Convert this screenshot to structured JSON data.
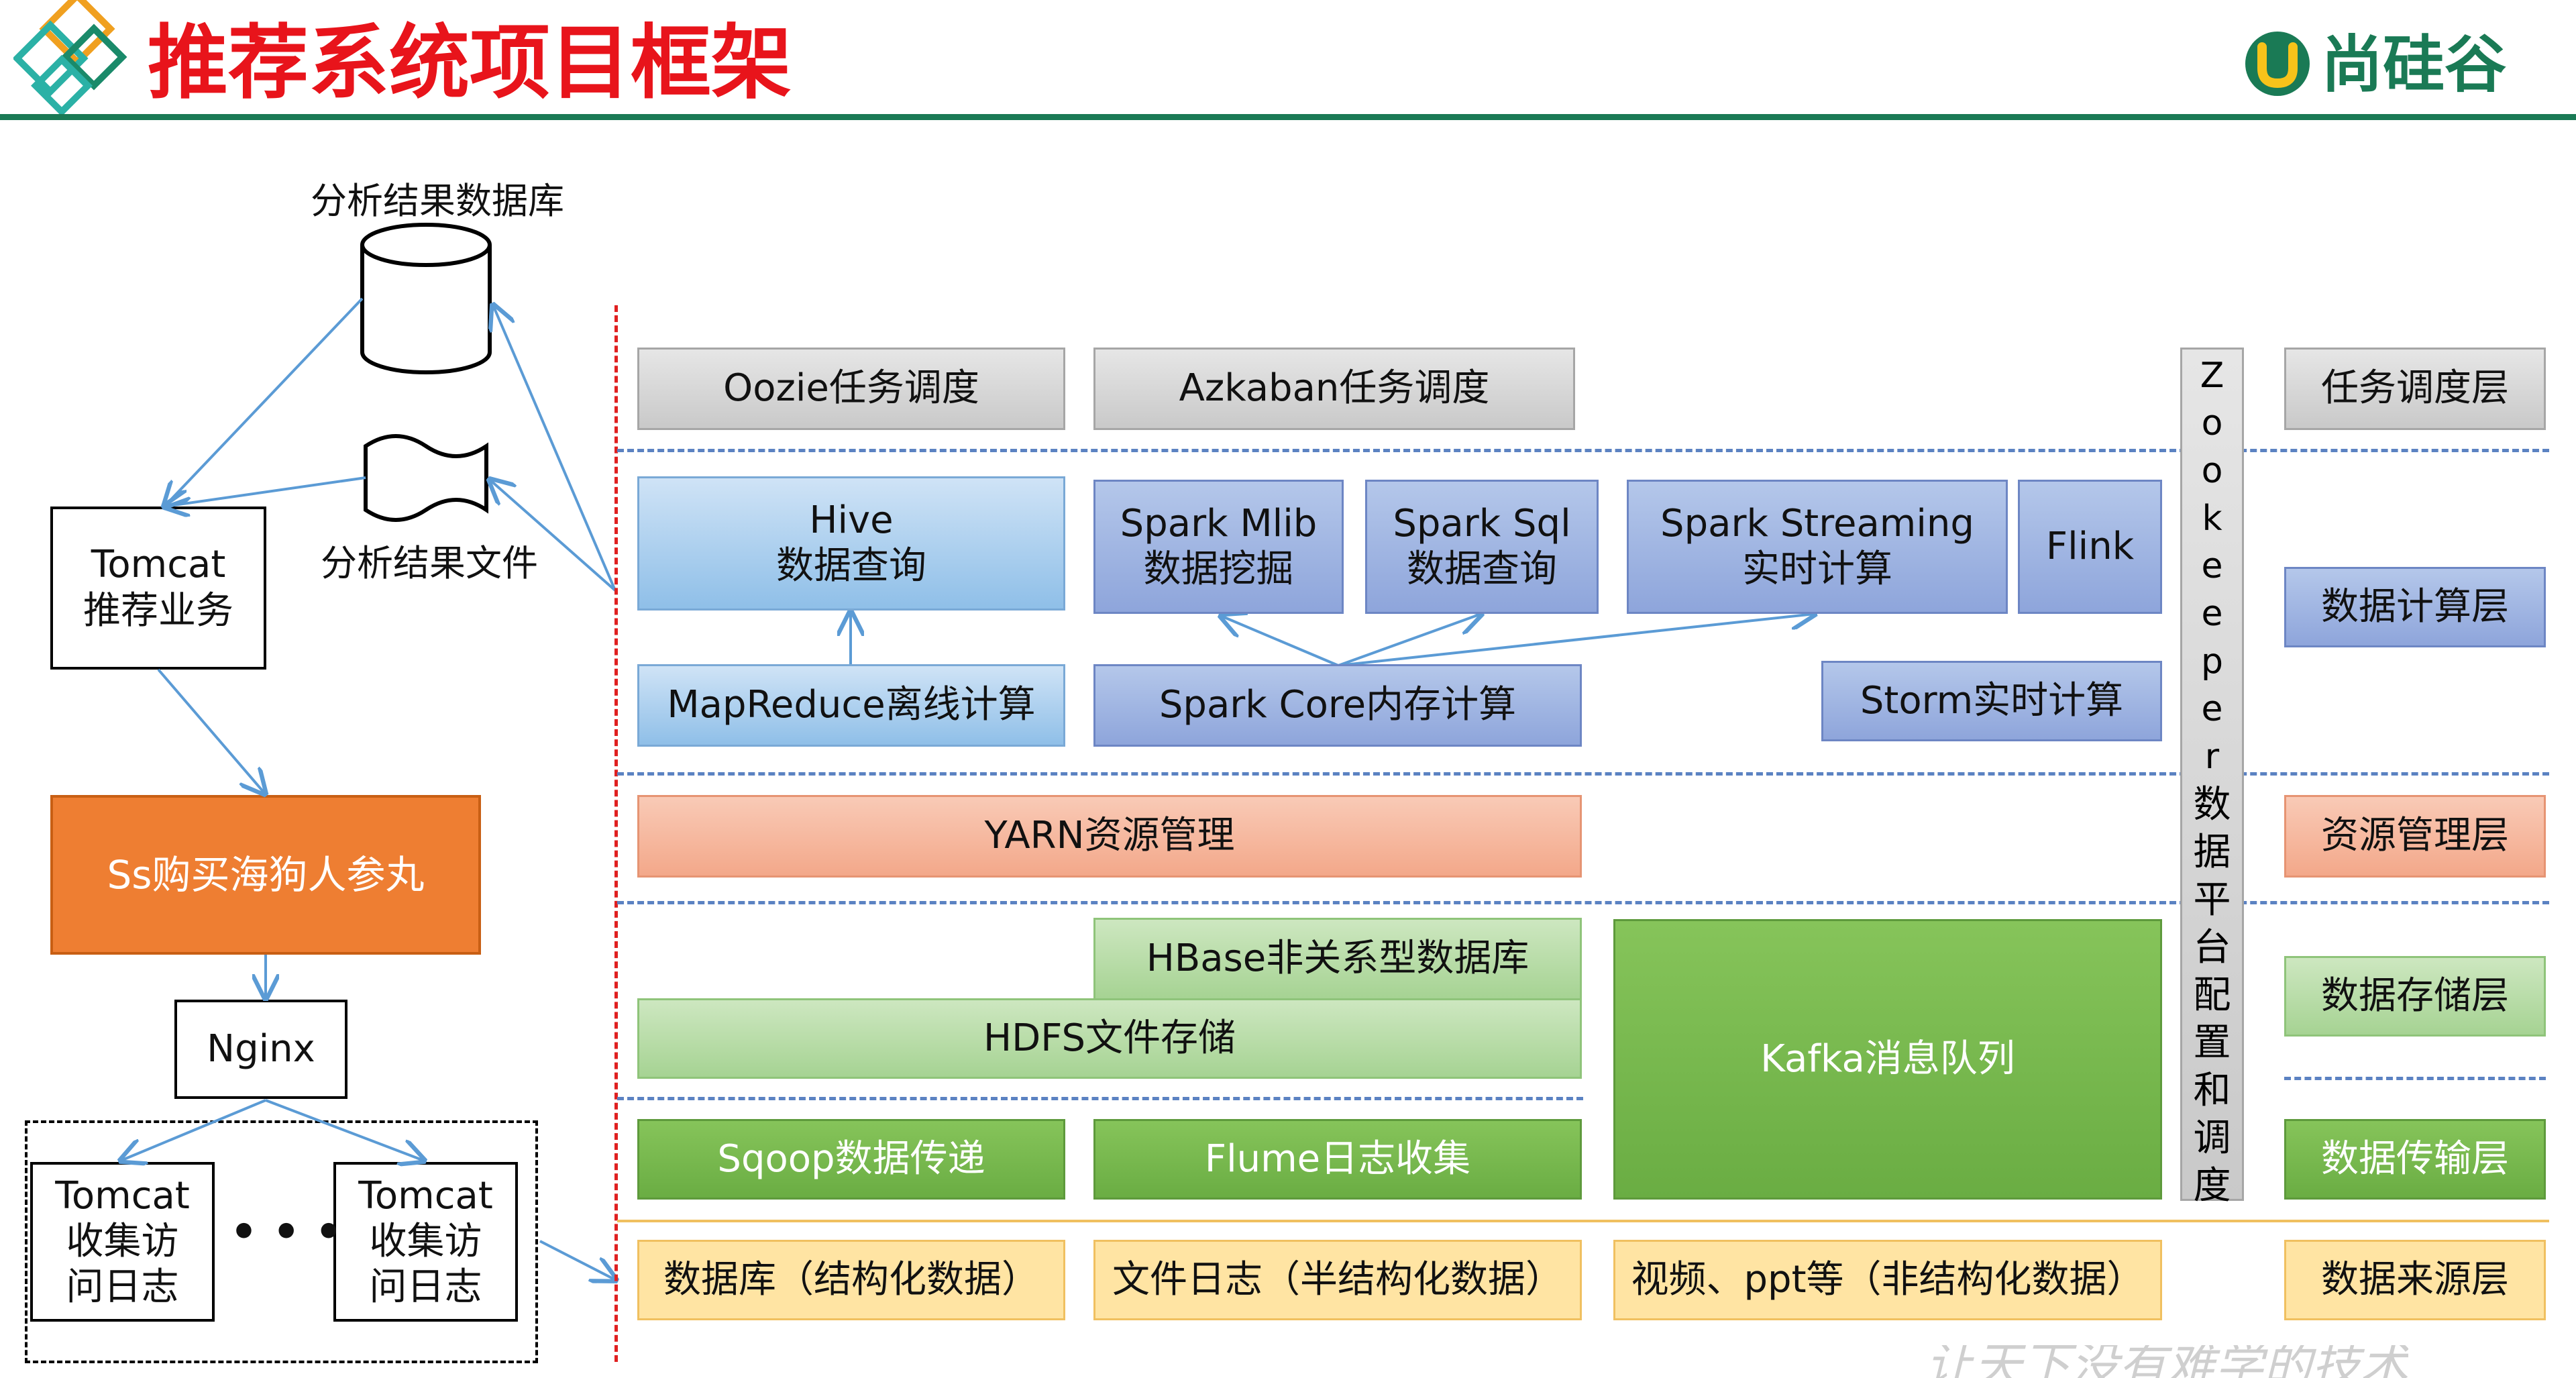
{
  "title": "推荐系统项目框架",
  "brand": "尚硅谷",
  "watermark": "让天下没有难学的技术",
  "colors": {
    "title_red": "#e8141b",
    "header_green": "#1a7a55",
    "separator_blue": "#5b82c2",
    "red_dash": "#e02020"
  },
  "left": {
    "db_label": "分析结果数据库",
    "file_label": "分析结果文件",
    "tomcat_rec": "Tomcat\n推荐业务",
    "shop": "Ss购买海狗人参丸",
    "nginx": "Nginx",
    "tomcat_log1": "Tomcat\n收集访\n问日志",
    "tomcat_log2": "Tomcat\n收集访\n问日志",
    "ellipsis": "• • •"
  },
  "platform": {
    "oozie": "Oozie任务调度",
    "azkaban": "Azkaban任务调度",
    "hive": "Hive\n数据查询",
    "spark_mlib": "Spark Mlib\n数据挖掘",
    "spark_sql": "Spark Sql\n数据查询",
    "spark_streaming": "Spark Streaming\n实时计算",
    "flink": "Flink",
    "mapreduce": "MapReduce离线计算",
    "spark_core": "Spark Core内存计算",
    "storm": "Storm实时计算",
    "yarn": "YARN资源管理",
    "hbase": "HBase非关系型数据库",
    "hdfs": "HDFS文件存储",
    "kafka": "Kafka消息队列",
    "sqoop": "Sqoop数据传递",
    "flume": "Flume日志收集",
    "src_db": "数据库（结构化数据）",
    "src_file": "文件日志（半结构化数据）",
    "src_video": "视频、ppt等（非结构化数据）",
    "zookeeper": [
      "Z",
      "o",
      "o",
      "k",
      "e",
      "e",
      "p",
      "e",
      "r",
      "数",
      "据",
      "平",
      "台",
      "配",
      "置",
      "和",
      "调",
      "度"
    ]
  },
  "layers": {
    "schedule": "任务调度层",
    "compute": "数据计算层",
    "resource": "资源管理层",
    "storage": "数据存储层",
    "transfer": "数据传输层",
    "source": "数据来源层"
  }
}
